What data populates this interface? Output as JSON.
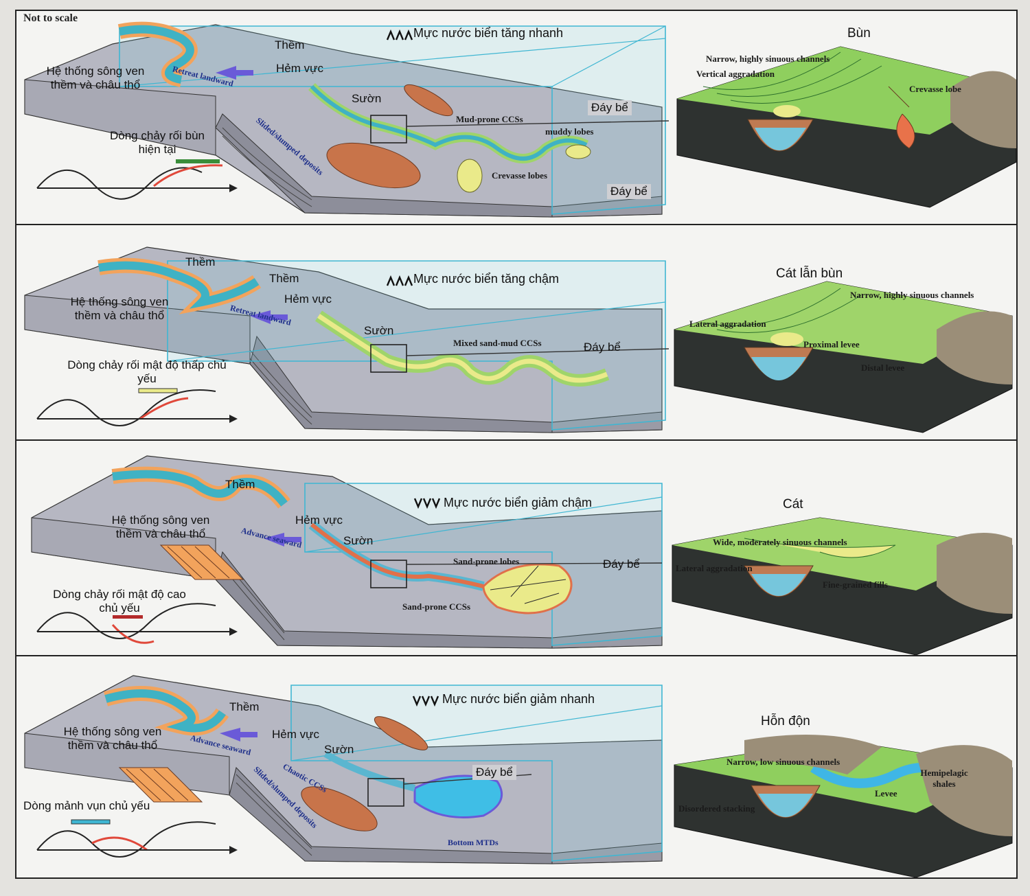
{
  "corner_note": "Not to scale",
  "panels": [
    {
      "sea_level": "Mực nước biển tăng nhanh",
      "sea_direction": "up",
      "shelf": "Thềm",
      "canyon": "Hẻm vực",
      "slope": "Sườn",
      "basin_floor_a": "Đáy bể",
      "basin_floor_b": "Đáy bể",
      "river_system": "Hệ thống sông ven thềm và châu thổ",
      "flow_type": "Dòng chảy rối bùn hiện tại",
      "movement": "Retreat landward",
      "e1": "Mud-prone CCSs",
      "e2": "muddy lobes",
      "e3": "Crevasse lobes",
      "e4": "Slided/slumped deposits",
      "facies": "Bùn",
      "n1": "Narrow, highly sinuous channels",
      "n2": "Vertical aggradation",
      "n3": "Crevasse lobe"
    },
    {
      "sea_level": "Mực nước biển tăng chậm",
      "sea_direction": "up",
      "shelf_a": "Thềm",
      "shelf_b": "Thềm",
      "canyon": "Hẻm vực",
      "slope": "Sườn",
      "basin_floor": "Đáy bể",
      "river_system": "Hệ thống sông ven thềm và châu thổ",
      "flow_type": "Dòng chảy rối mật độ thấp chủ yếu",
      "movement": "Retreat landward",
      "e1": "Mixed sand-mud CCSs",
      "facies": "Cát lẫn bùn",
      "n1": "Narrow, highly sinuous channels",
      "n2": "Lateral aggradation",
      "n3": "Proximal levee",
      "n4": "Distal levee"
    },
    {
      "sea_level": "Mực nước biển giảm chậm",
      "sea_direction": "down",
      "shelf": "Thềm",
      "canyon": "Hẻm vực",
      "slope": "Sườn",
      "basin_floor": "Đáy bể",
      "river_system": "Hệ thống sông ven thềm và châu thổ",
      "flow_type": "Dòng chảy rối mật độ cao chủ yếu",
      "movement": "Advance seaward",
      "e1": "Sand-prone lobes",
      "e2": "Sand-prone CCSs",
      "facies": "Cát",
      "n1": "Wide, moderately sinuous channels",
      "n2": "Lateral aggradation",
      "n3": "Fine-grained fills"
    },
    {
      "sea_level": "Mực nước biển giảm nhanh",
      "sea_direction": "down",
      "shelf": "Thềm",
      "canyon": "Hẻm vực",
      "slope": "Sườn",
      "basin_floor": "Đáy bể",
      "river_system": "Hệ thống sông ven thềm và châu thổ",
      "flow_type": "Dòng mảnh vụn chủ yếu",
      "movement": "Advance seaward",
      "e1": "Chaotic CCSs",
      "e2": "Slided/slumped deposits",
      "e3": "Bottom MTDs",
      "facies": "Hỗn độn",
      "n1": "Narrow, low sinuous channels",
      "n2": "Hemipelagic shales",
      "n3": "Levee",
      "n4": "Disordered stacking"
    }
  ],
  "colors": {
    "block_top": "#b6b7c2",
    "block_side": "#8d8e9a",
    "river": "#3fb2c4",
    "sand_rim": "#f2a35c",
    "mud_deposit": "#c8744a",
    "green_levee": "#9fd46a",
    "water_box": "#3fb6d2",
    "dark_block": "#2e3230",
    "sand_yellow": "#eaea8a"
  }
}
